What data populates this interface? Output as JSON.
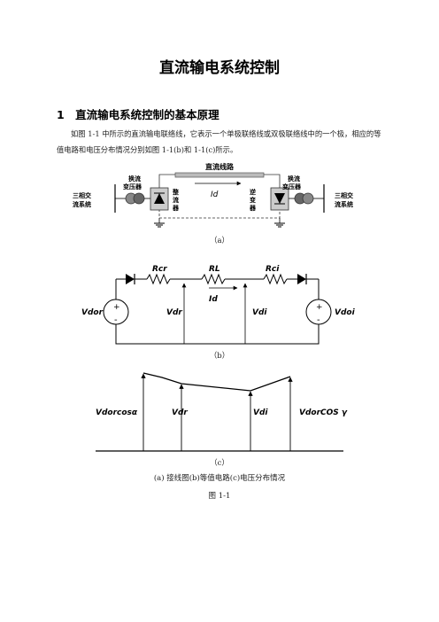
{
  "title": "直流输电系统控制",
  "section": {
    "number": "1",
    "heading": "直流输电系统控制的基本原理"
  },
  "paragraph": "如图 1-1 中所示的直流输电联络线，它表示一个单极联络线或双极联络线中的一个极，相应的等值电路和电压分布情况分别如图 1-1(b)和 1-1(c)所示。",
  "fig_a": {
    "line_label": "直流线路",
    "left_transformer": "换流\n变压器",
    "right_transformer": "换流\n变压器",
    "rectifier": "整\n流\n器",
    "inverter": "逆\n变\n器",
    "left_system": "三相交\n流系统",
    "right_system": "三相交\n流系统",
    "current": "Id",
    "caption": "（a）"
  },
  "fig_b": {
    "rcr": "Rcr",
    "rl": "RL",
    "rci": "Rci",
    "id": "Id",
    "vdor": "Vdor",
    "vdr": "Vdr",
    "vdi": "Vdi",
    "vdoi": "Vdoi",
    "caption": "（b）"
  },
  "fig_c": {
    "v1": "Vdorcosα",
    "v2": "Vdr",
    "v3": "Vdi",
    "v4": "VdorCOS γ",
    "caption": "（c）"
  },
  "figure_caption": "(a) 接线图(b)等值电路(c)电压分布情况",
  "figure_label": "图 1-1"
}
